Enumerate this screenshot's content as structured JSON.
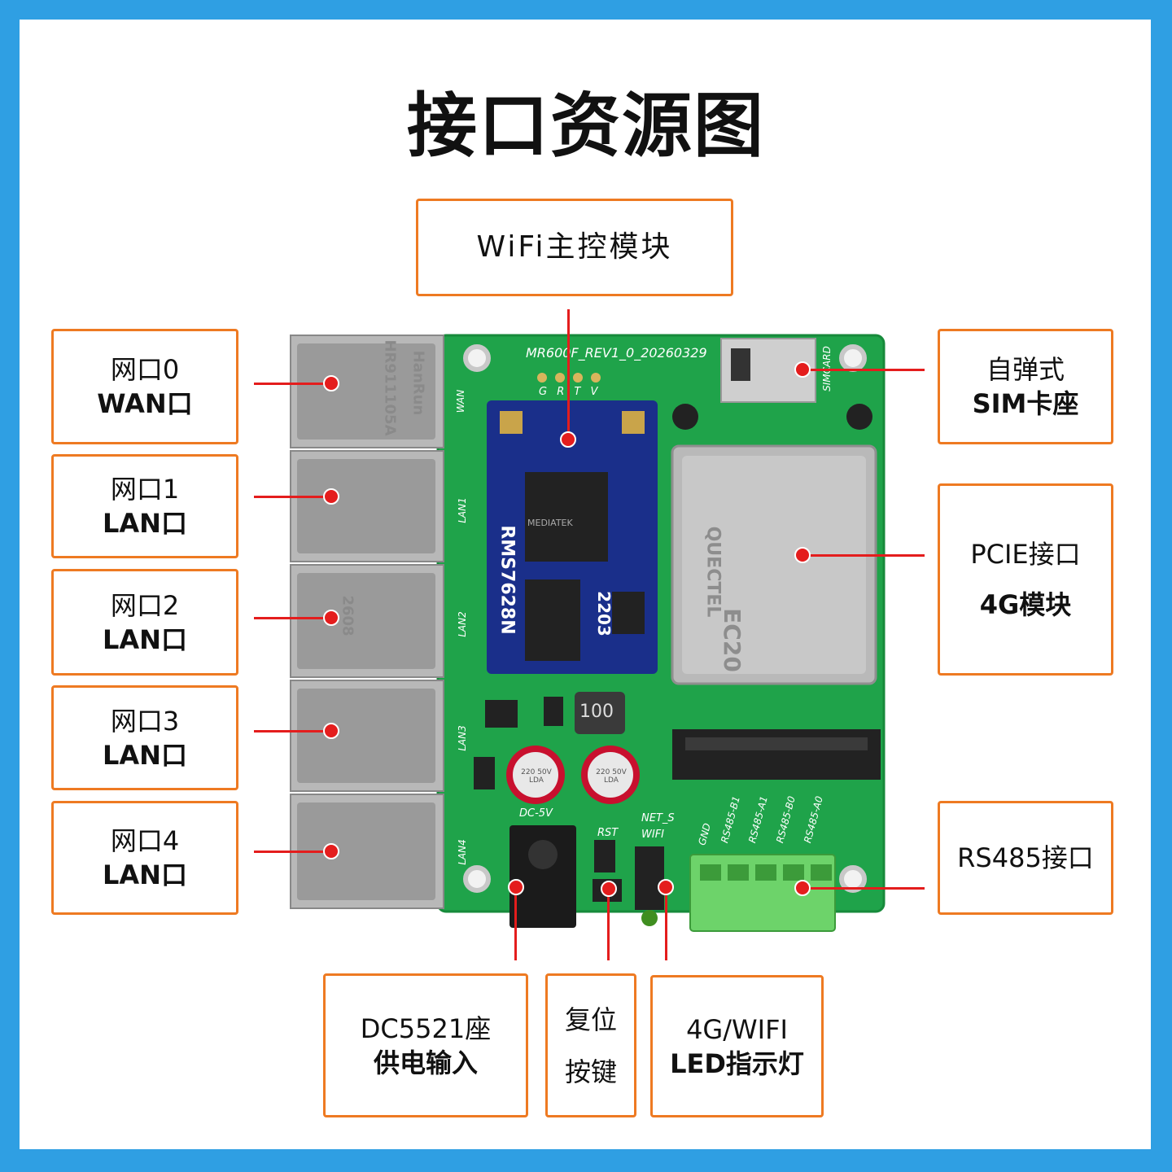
{
  "title": "接口资源图",
  "board": {
    "silk_revision": "MR600F_REV1_0_20260329",
    "silk_uart": "G R T V",
    "silk_wan": "WAN",
    "silk_lan": [
      "LAN1",
      "LAN2",
      "LAN3",
      "LAN4"
    ],
    "silk_simcard": "SIMCARD",
    "silk_dc": "DC-5V",
    "silk_rst": "RST",
    "silk_net": "NET_S",
    "silk_wifi": "WIFI",
    "silk_terminals": [
      "GND",
      "RS485-B1",
      "RS485-A1",
      "RS485-B0",
      "RS485-A0"
    ],
    "module_name": "RMS7628N",
    "module_code": "2203",
    "chip_label": "MEDIATEK",
    "inductor_label": "100",
    "capacitor_label": "220 50V LDA",
    "rj45_brand": "HanRun",
    "rj45_model": "HR911105A",
    "rj45_code": "2608",
    "modem_brand": "QUECTEL",
    "modem_model": "EC20"
  },
  "callouts": [
    {
      "id": "wifi-module",
      "line1": "WiFi主控模块",
      "line2": ""
    },
    {
      "id": "port0",
      "line1": "网口0",
      "line2": "WAN口"
    },
    {
      "id": "port1",
      "line1": "网口1",
      "line2": "LAN口"
    },
    {
      "id": "port2",
      "line1": "网口2",
      "line2": "LAN口"
    },
    {
      "id": "port3",
      "line1": "网口3",
      "line2": "LAN口"
    },
    {
      "id": "port4",
      "line1": "网口4",
      "line2": "LAN口"
    },
    {
      "id": "sim",
      "line1": "自弹式",
      "line2": "SIM卡座"
    },
    {
      "id": "pcie",
      "line1": "PCIE接口",
      "line2": "4G模块"
    },
    {
      "id": "rs485",
      "line1": "RS485接口",
      "line2": ""
    },
    {
      "id": "dc",
      "line1": "DC5521座",
      "line2": "供电输入"
    },
    {
      "id": "reset",
      "line1": "复位",
      "line2": "按键"
    },
    {
      "id": "led",
      "line1": "4G/WIFI",
      "line2": "LED指示灯"
    }
  ],
  "colors": {
    "frame": "#2f9fe3",
    "accent": "#ee7a22",
    "pointer": "#e41d1d",
    "pcb": "#1fa34a"
  }
}
